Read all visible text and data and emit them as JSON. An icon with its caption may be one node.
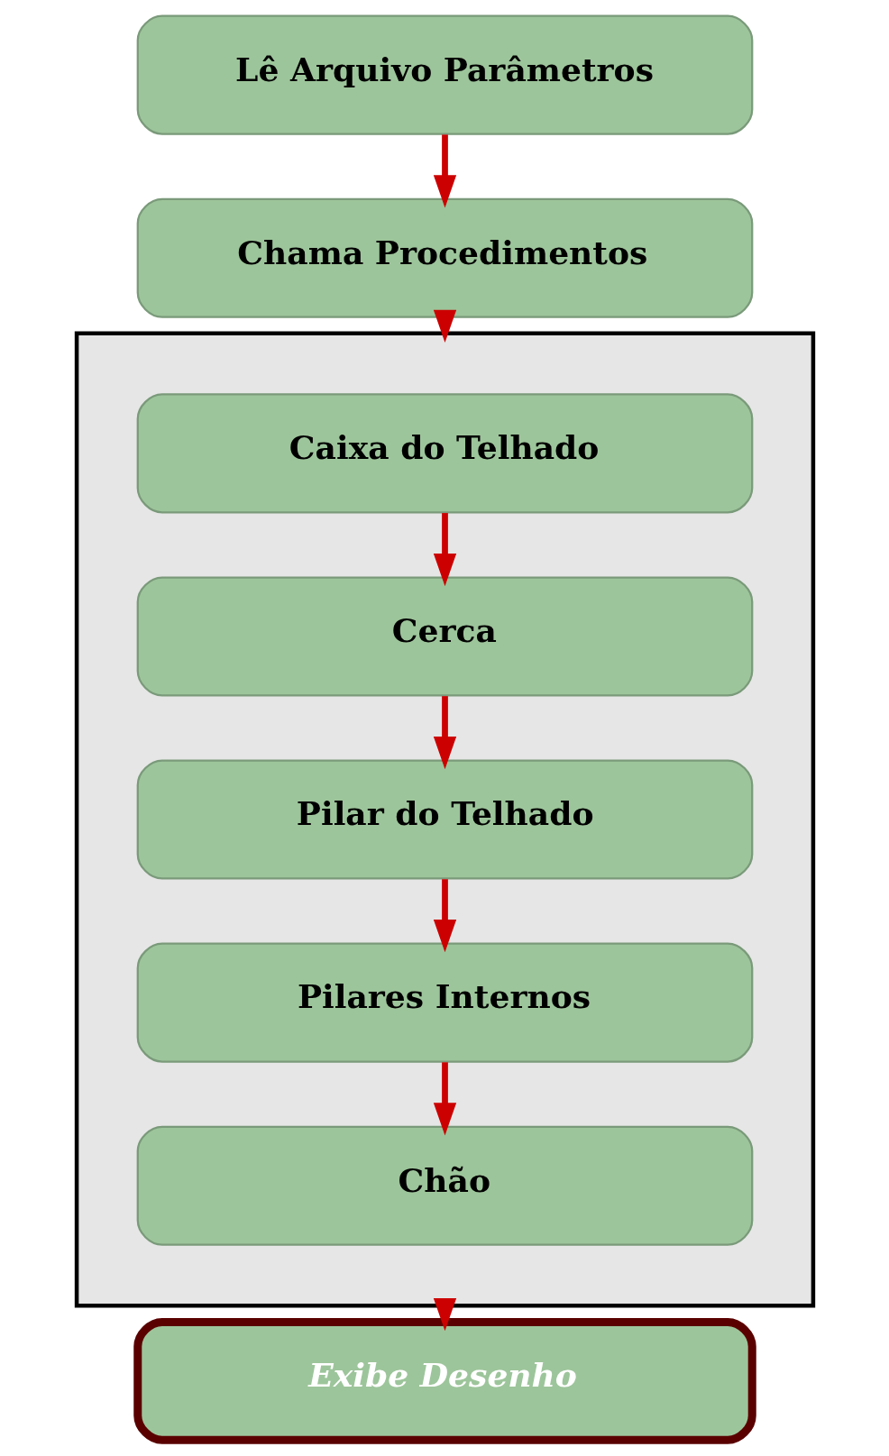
{
  "diagram": {
    "nodes": [
      {
        "text": [
          "Lê Arquivo Parâmetros"
        ]
      },
      {
        "text": [
          "Chama Procedimentos"
        ]
      },
      {
        "text": [],
        "shape": "box"
      },
      {
        "text": [
          "Caixa do Telhado"
        ],
        "in": 2
      },
      {
        "text": [
          "Cerca"
        ],
        "in": 2
      },
      {
        "text": [
          "Pilar do Telhado"
        ],
        "in": 2
      },
      {
        "text": [
          "Pilares Internos"
        ],
        "in": 2
      },
      {
        "text": [
          "Chão"
        ],
        "in": 2
      },
      {
        "text": [
          "Exibe Desenho"
        ]
      }
    ],
    "edges": [
      {
        "from": 0,
        "to": 1,
        "arrow": "to"
      },
      {
        "from": 1,
        "to": 2,
        "arrow": "to"
      },
      {
        "from": 3,
        "to": 4,
        "arrow": "to"
      },
      {
        "from": 4,
        "to": 5,
        "arrow": "to"
      },
      {
        "from": 5,
        "to": 6,
        "arrow": "to"
      },
      {
        "from": 6,
        "to": 7,
        "arrow": "to"
      },
      {
        "from": 2,
        "to": 8,
        "arrow": "to"
      }
    ]
  }
}
